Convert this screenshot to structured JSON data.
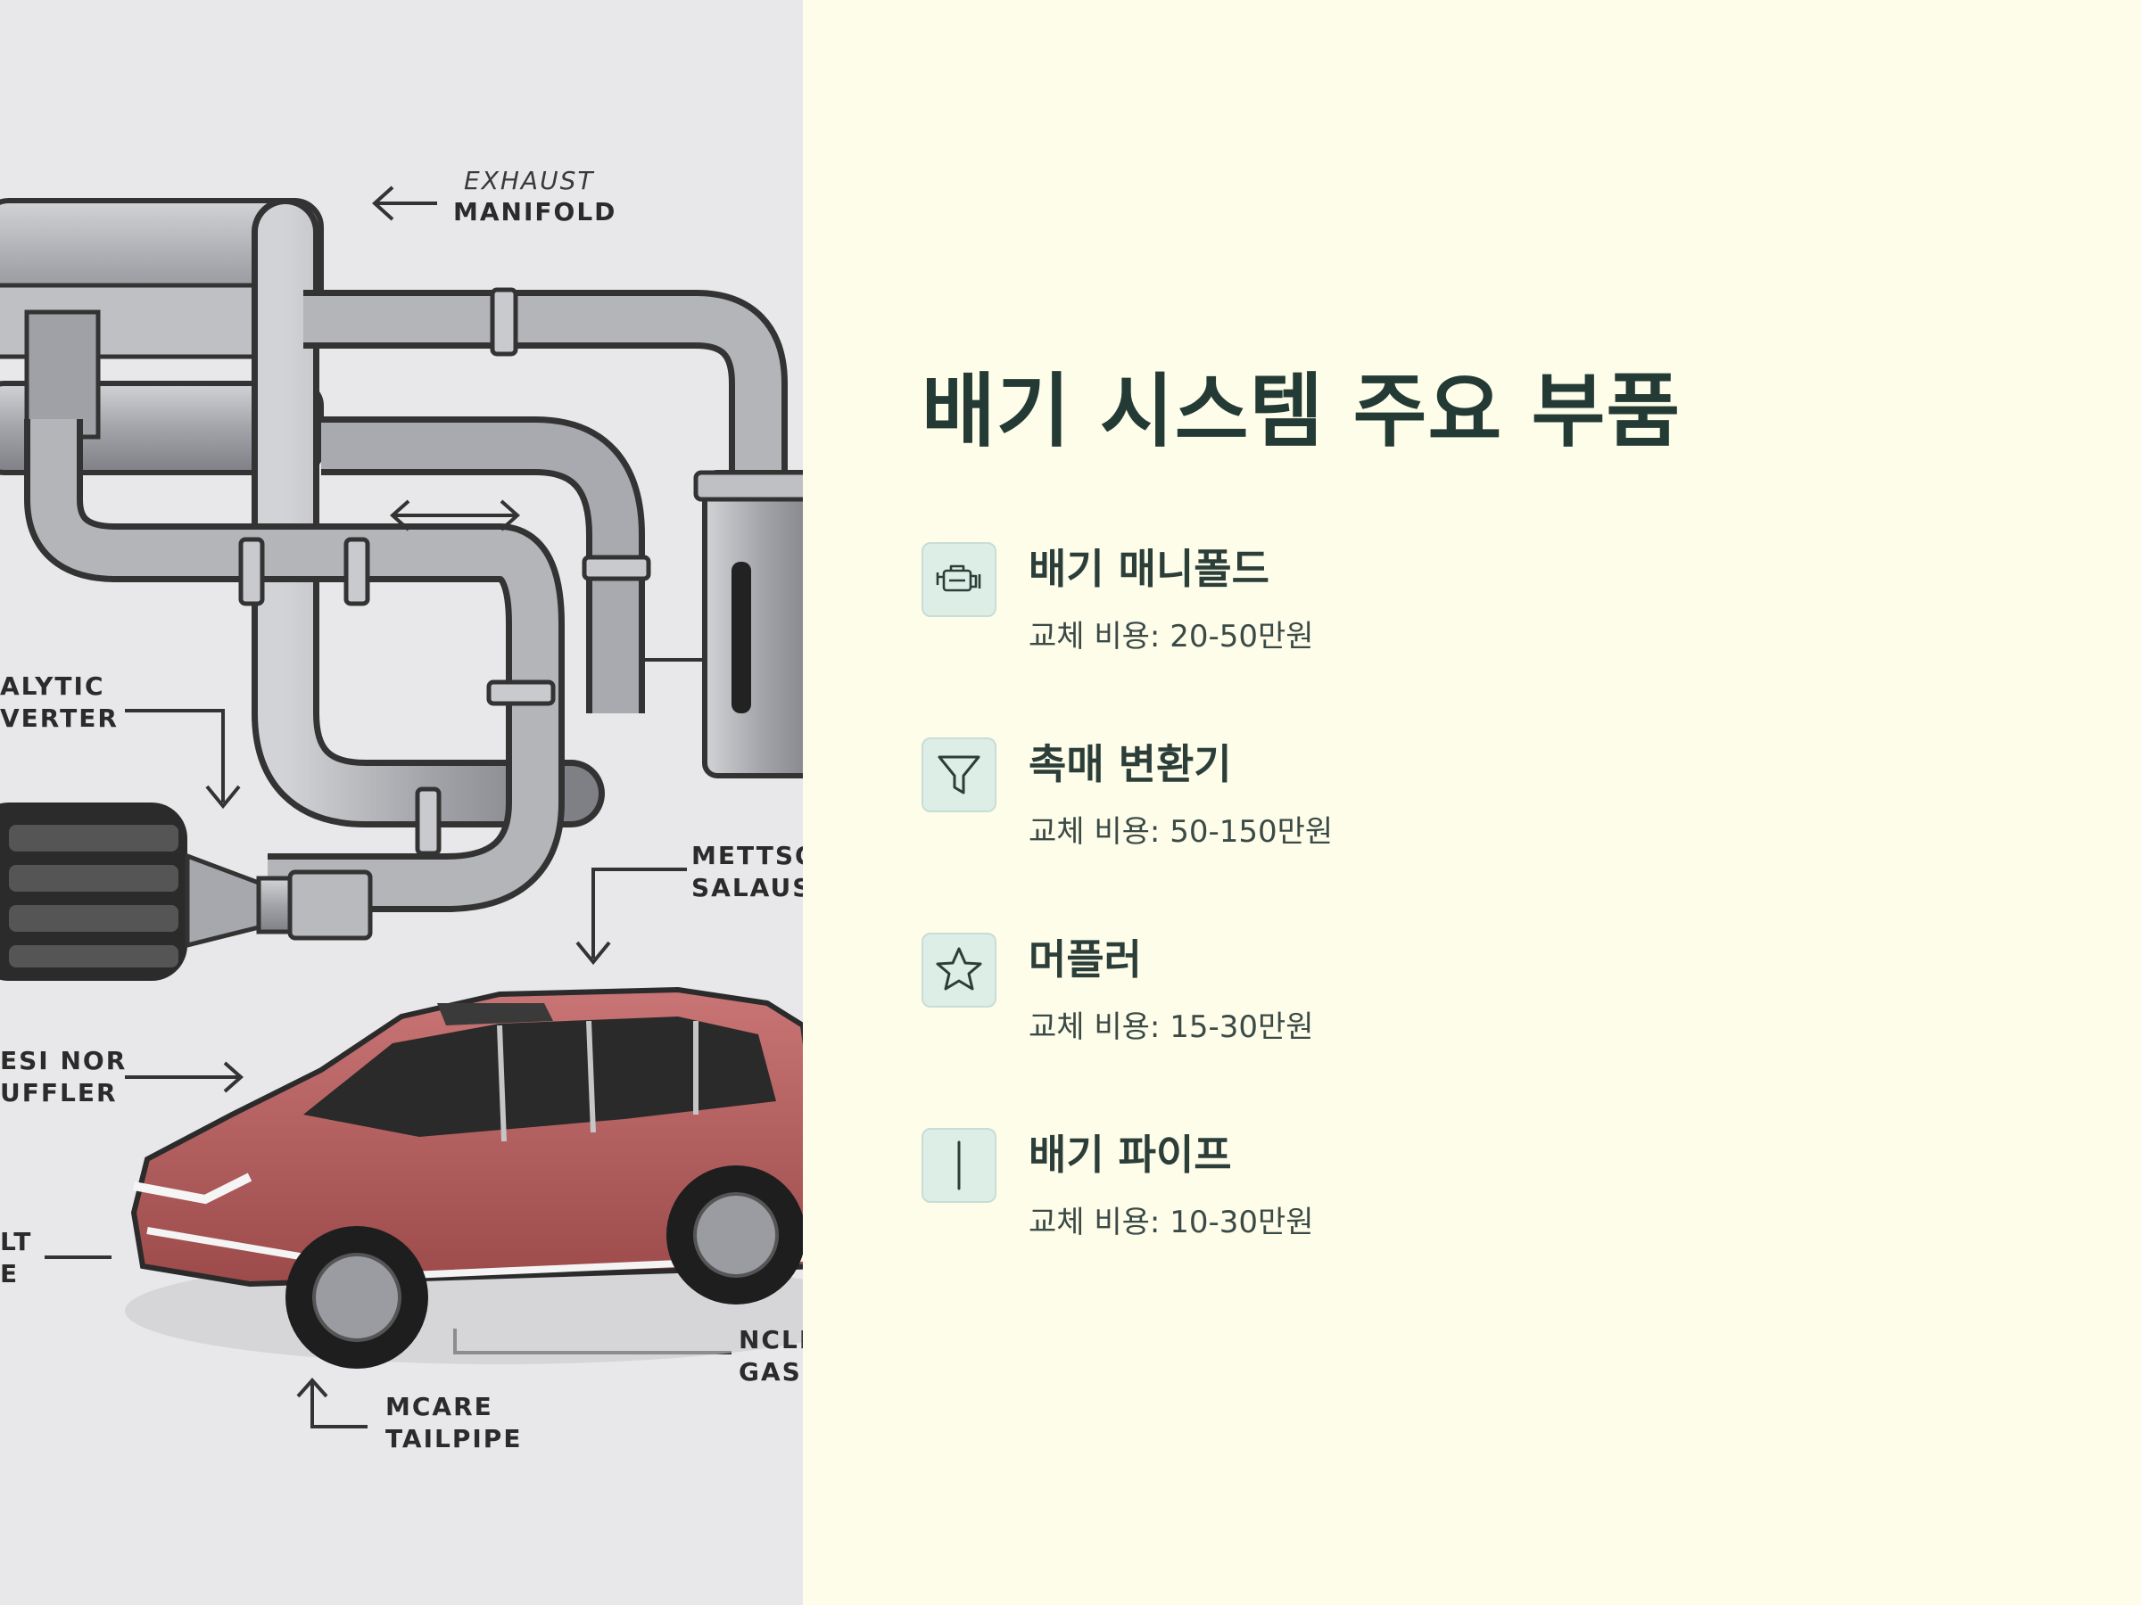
{
  "illustration": {
    "labels": {
      "exhaust": "EXHAUST",
      "manifold": "MANIFOLD",
      "catalytic": "ALYTIC\nVERTER",
      "mettso": "METTSO\nSALAUS",
      "resi": "ESI NOR\nUFFLER",
      "lt": "LT\nE",
      "ncli": "NCLI\nGASI",
      "tailpipe": "MCARE\nTAILPIPE"
    },
    "colors": {
      "car_body": "#b45a5a",
      "pipe": "#a6a8ad"
    }
  },
  "page": {
    "title": "배기 시스템 주요 부품"
  },
  "items": [
    {
      "title": "배기 매니폴드",
      "desc": "교체 비용: 20-50만원",
      "icon": "engine-icon"
    },
    {
      "title": "촉매 변환기",
      "desc": "교체 비용: 50-150만원",
      "icon": "filter-icon"
    },
    {
      "title": "머플러",
      "desc": "교체 비용: 15-30만원",
      "icon": "star-icon"
    },
    {
      "title": "배기 파이프",
      "desc": "교체 비용: 10-30만원",
      "icon": "pipe-icon"
    }
  ],
  "theme": {
    "accent": "#243b35",
    "icon_bg": "#ddeee6",
    "background": "#fefde9"
  }
}
